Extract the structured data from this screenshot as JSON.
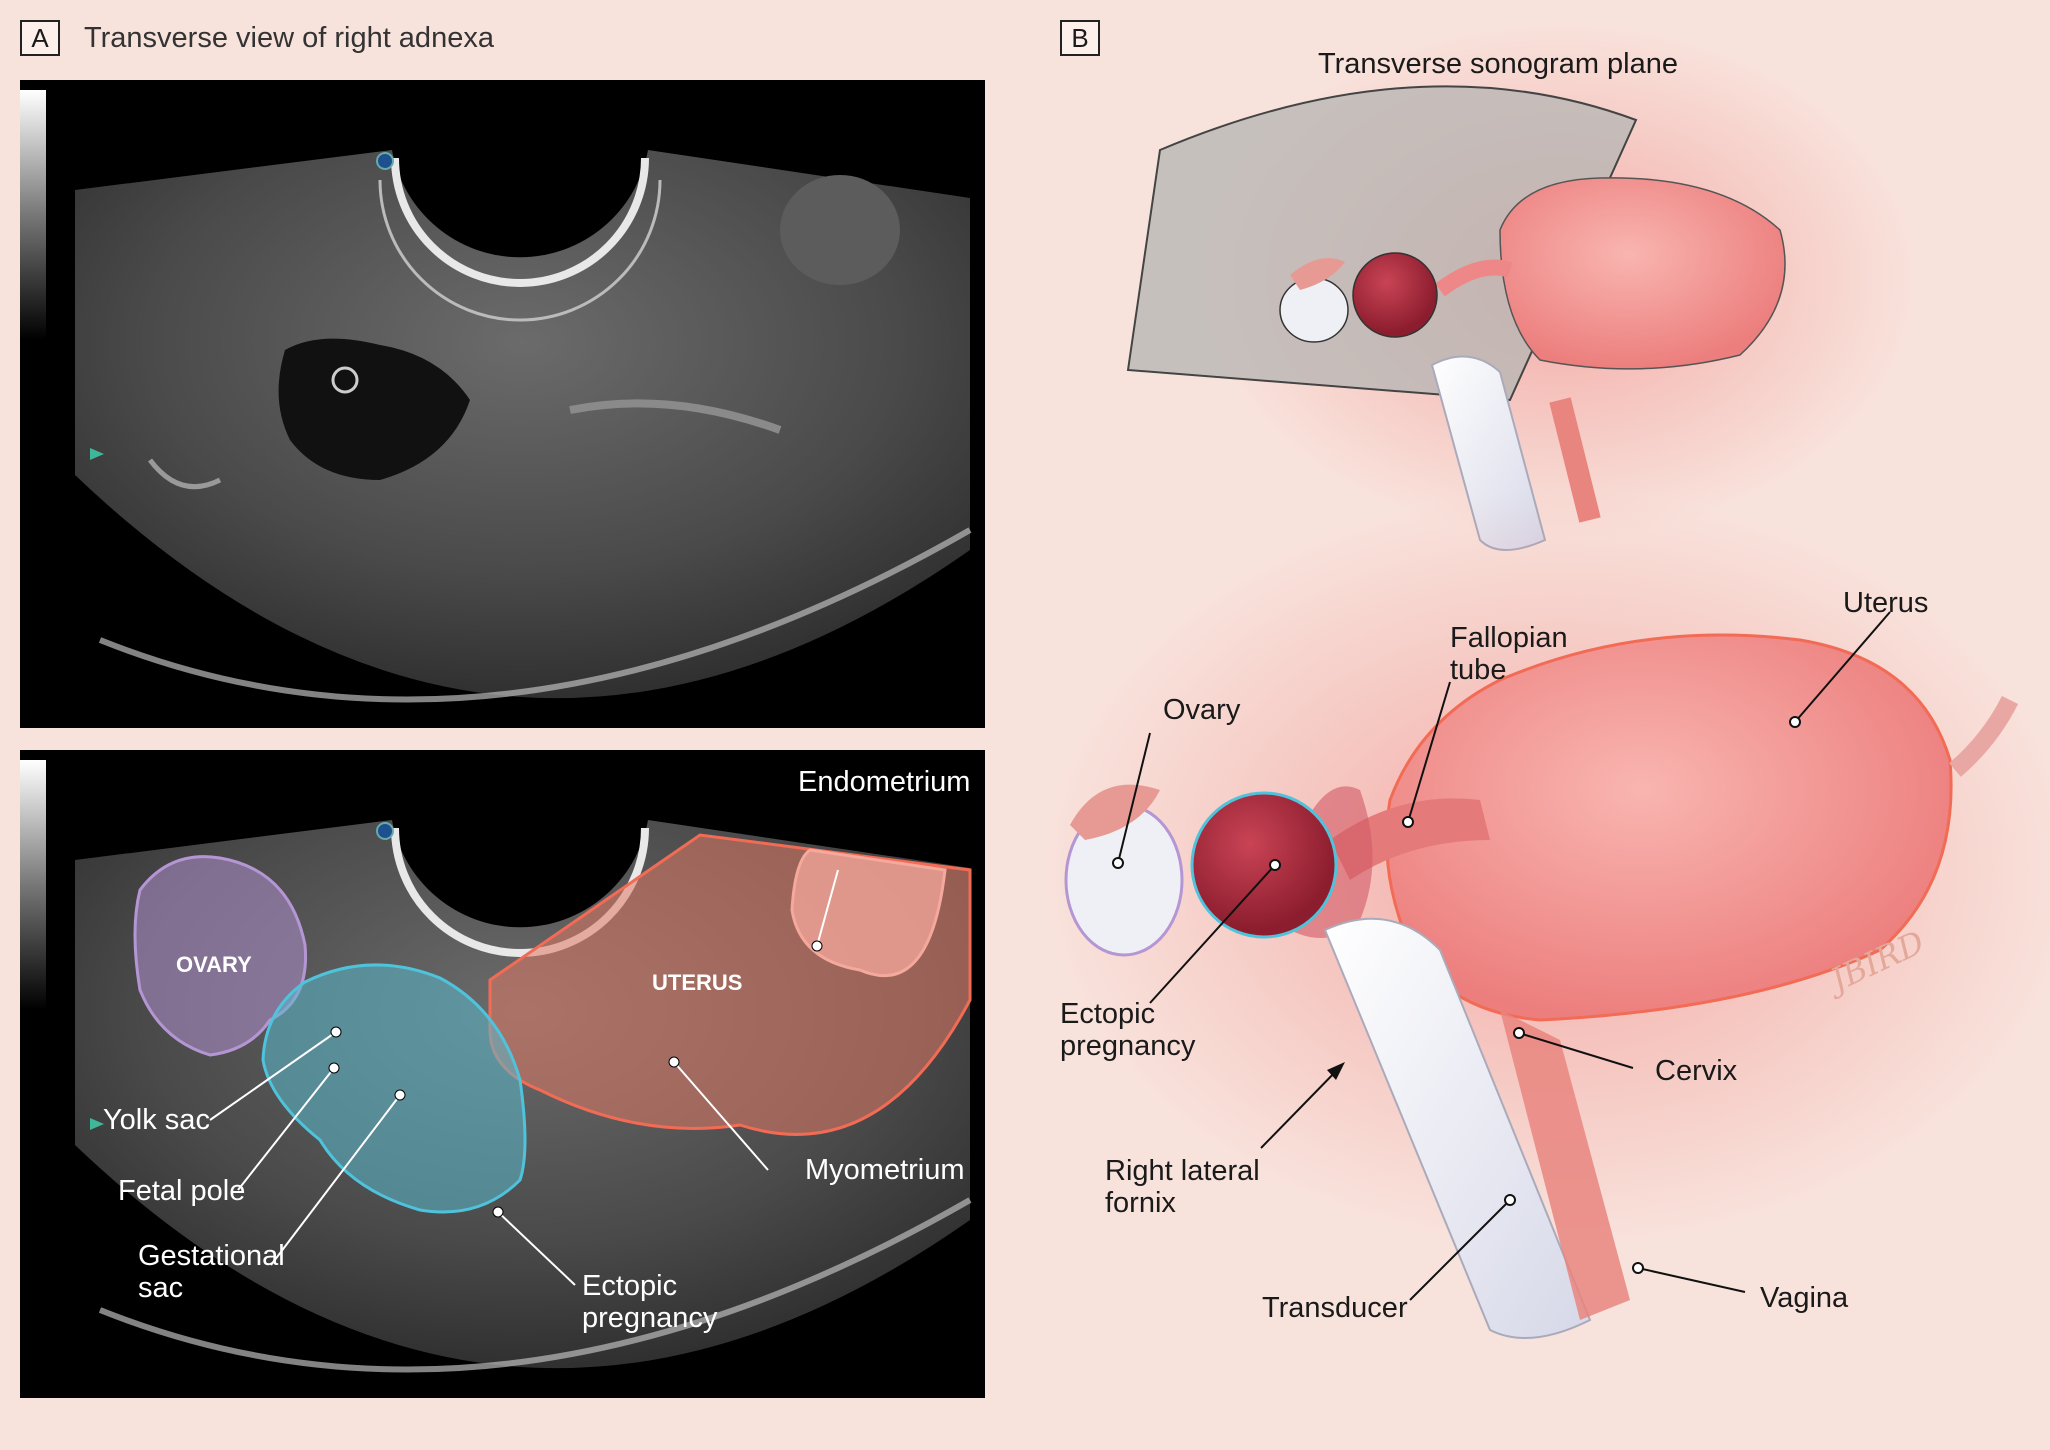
{
  "panelA": {
    "letter": "A",
    "title": "Transverse view of right adnexa",
    "organ_labels": {
      "ovary": "OVARY",
      "uterus": "UTERUS"
    },
    "callouts": {
      "endometrium": "Endometrium",
      "myometrium": "Myometrium",
      "yolk_sac": "Yolk sac",
      "fetal_pole": "Fetal pole",
      "gestational_sac": "Gestational\nsac",
      "ectopic_pregnancy": "Ectopic\npregnancy"
    }
  },
  "panelB": {
    "letter": "B",
    "plane_label": "Transverse sonogram plane",
    "callouts": {
      "uterus": "Uterus",
      "fallopian_tube": "Fallopian\ntube",
      "ovary": "Ovary",
      "ectopic_pregnancy": "Ectopic\npregnancy",
      "cervix": "Cervix",
      "right_lateral_fornix": "Right lateral\nfornix",
      "transducer": "Transducer",
      "vagina": "Vagina"
    },
    "signature": "JBIRD"
  },
  "colors": {
    "ovary_outline": "#b596d4",
    "sac_outline": "#4fc3dc",
    "uterus_outline": "#f26b55",
    "endometrium_fill": "#f5a89c"
  }
}
